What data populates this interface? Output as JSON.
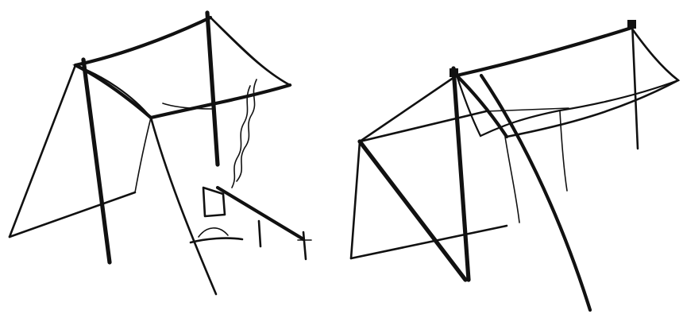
{
  "image": {
    "kind": "sketch",
    "panels": [
      {
        "name": "left-tarp-shelter"
      },
      {
        "name": "right-tarp-shelter"
      }
    ]
  }
}
